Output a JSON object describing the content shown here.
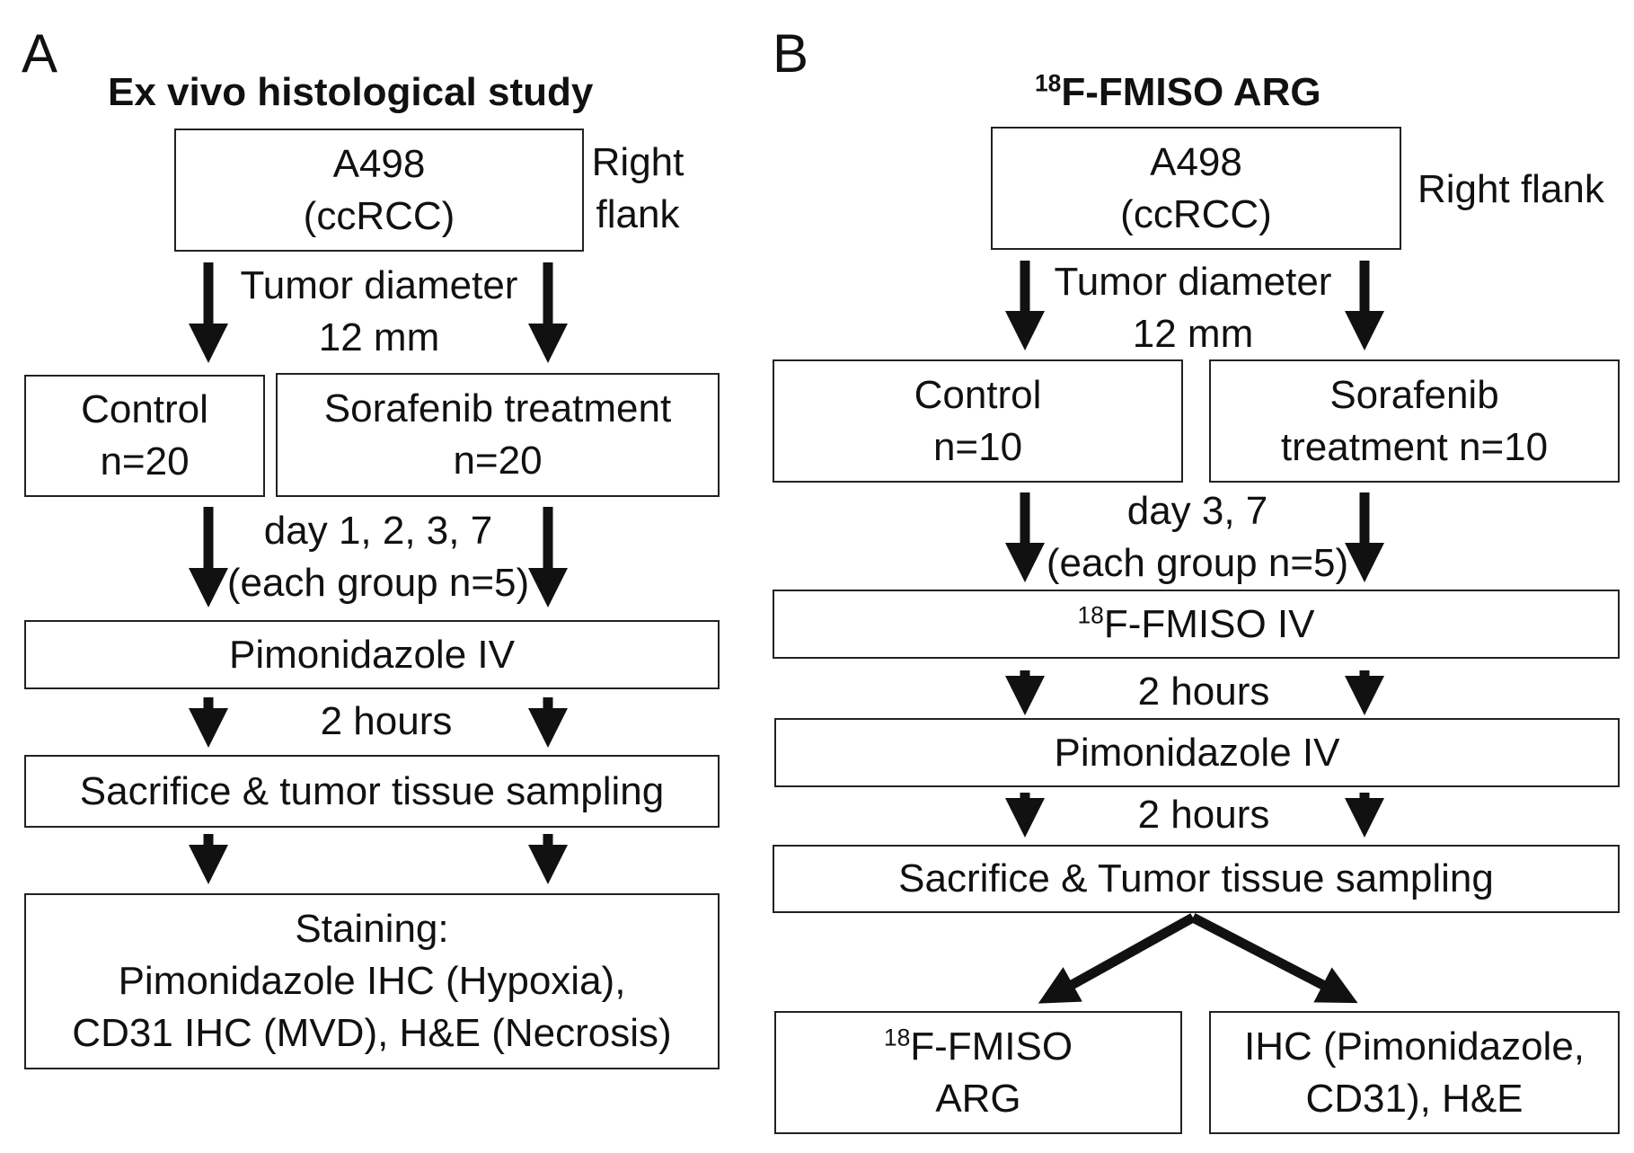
{
  "panel_a": {
    "letter": "A",
    "title": "Ex vivo histological study",
    "cell_box": {
      "line1": "A498",
      "line2": "(ccRCC)"
    },
    "site_label": {
      "line1": "Right",
      "line2": "flank"
    },
    "step1": {
      "line1": "Tumor diameter",
      "line2": "12 mm"
    },
    "control_box": {
      "line1": "Control",
      "line2": "n=20"
    },
    "treatment_box": {
      "line1": "Sorafenib treatment",
      "line2": "n=20"
    },
    "step2": {
      "line1": "day 1, 2, 3, 7",
      "line2": "(each group n=5)"
    },
    "injection_box": "Pimonidazole IV",
    "step3": "2 hours",
    "sacrifice_box": "Sacrifice & tumor tissue sampling",
    "staining_box": {
      "line1": "Staining:",
      "line2": "Pimonidazole IHC (Hypoxia),",
      "line3": "CD31 IHC (MVD), H&E (Necrosis)"
    }
  },
  "panel_b": {
    "letter": "B",
    "title_sup": "18",
    "title_rest": "F-FMISO ARG",
    "cell_box": {
      "line1": "A498",
      "line2": "(ccRCC)"
    },
    "site_label": "Right flank",
    "step1": {
      "line1": "Tumor diameter",
      "line2": "12 mm"
    },
    "control_box": {
      "line1": "Control",
      "line2": "n=10"
    },
    "treatment_box": {
      "line1": "Sorafenib",
      "line2": "treatment n=10"
    },
    "step2": {
      "line1": "day 3, 7",
      "line2": "(each group n=5)"
    },
    "fmiso_box": {
      "sup": "18",
      "rest": "F-FMISO IV"
    },
    "step3": "2 hours",
    "pimo_box": "Pimonidazole IV",
    "step4": "2 hours",
    "sacrifice_box": "Sacrifice & Tumor tissue sampling",
    "arg_box": {
      "sup": "18",
      "line1_rest": "F-FMISO",
      "line2": "ARG"
    },
    "ihc_box": {
      "line1": "IHC (Pimonidazole,",
      "line2": "CD31), H&E"
    }
  }
}
